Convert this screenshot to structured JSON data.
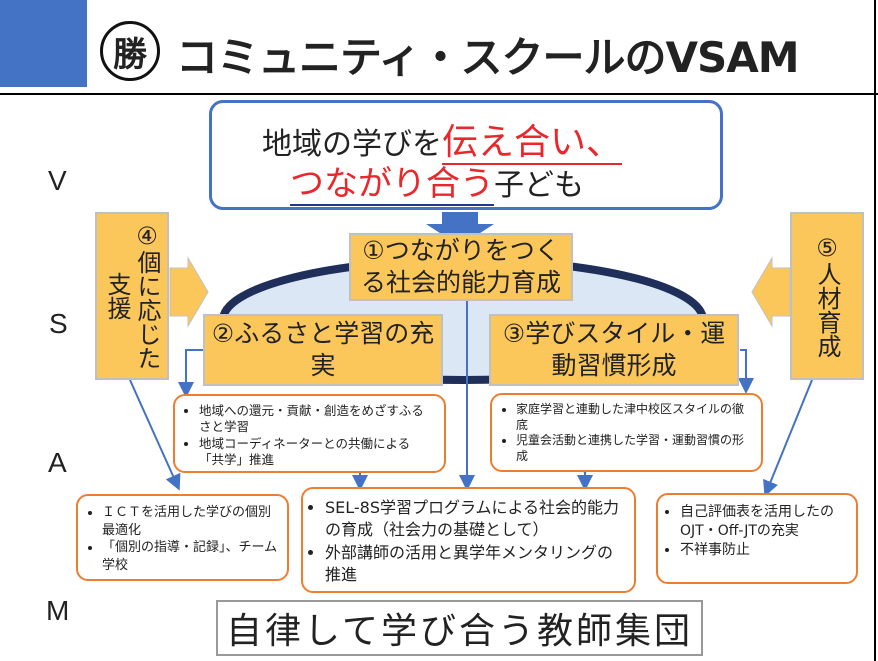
{
  "header": {
    "badge": "勝",
    "title": "コミュニティ・スクールのVSAM"
  },
  "vsam_letters": [
    "V",
    "S",
    "A",
    "M"
  ],
  "vision": {
    "line1_black": "地域の学びを",
    "line1_red": "伝え合い、",
    "line2_red": "つながり合う",
    "line2_black": "子ども"
  },
  "strategies": {
    "s1": "①つながりをつくる社会的能力育成",
    "s2": "②ふるさと学習の充実",
    "s3": "③学びスタイル・運動習慣形成",
    "s4": "④個に応じた支援",
    "s5": "⑤人材育成"
  },
  "actions": {
    "a2": [
      "地域への還元・貢献・創造をめざすふるさと学習",
      "地域コーディネーターとの共働による「共学」推進"
    ],
    "a3": [
      "家庭学習と連動した津中校区スタイルの徹底",
      "児童会活動と連携した学習・運動習慣の形成"
    ],
    "a4": [
      "ＩＣＴを活用した学びの個別最適化",
      "「個別の指導・記録」、チーム学校"
    ],
    "a1": [
      "SEL-8S学習プログラムによる社会的能力の育成（社会力の基礎として）",
      "外部講師の活用と異学年メンタリングの推進"
    ],
    "a5": [
      "自己評価表を活用したのOJT・Off-JTの充実",
      "不祥事防止"
    ]
  },
  "mission": "自律して学び合う教師集団",
  "colors": {
    "accent_blue": "#4472c4",
    "card_orange": "#fbc75a",
    "box_border": "#ed7d31",
    "red_text": "#e8282c"
  }
}
